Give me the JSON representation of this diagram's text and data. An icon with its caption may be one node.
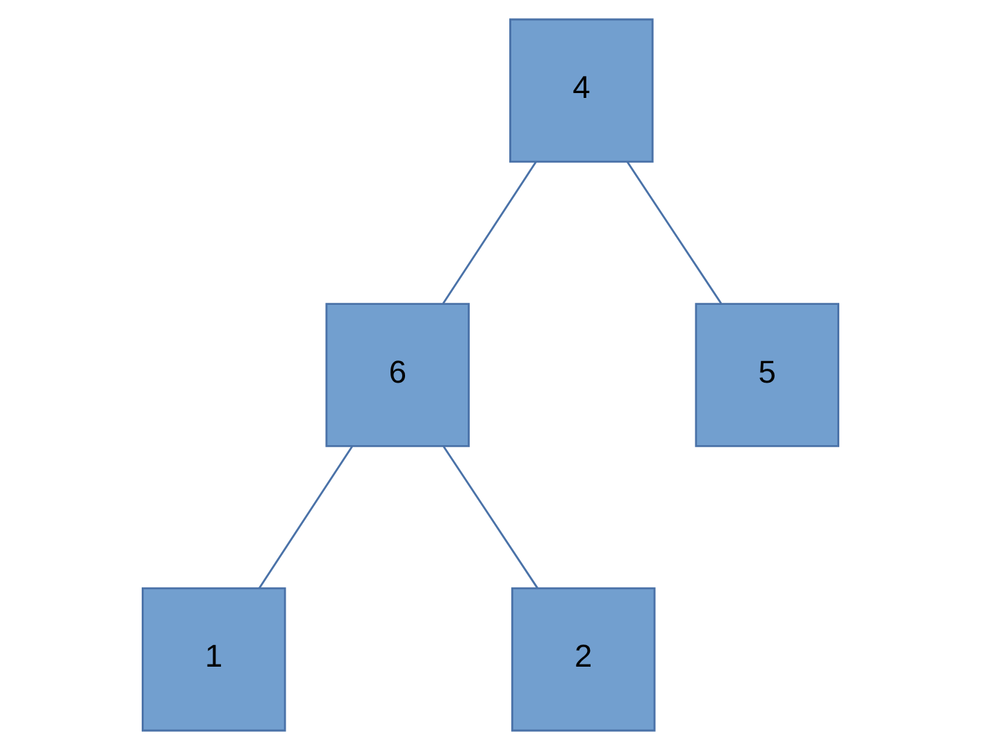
{
  "diagram": {
    "nodes": [
      {
        "text": [
          "4"
        ]
      },
      {
        "text": [
          "6"
        ]
      },
      {
        "text": [
          "5"
        ]
      },
      {
        "text": [
          "1"
        ]
      },
      {
        "text": [
          "2"
        ]
      }
    ],
    "edges": [
      {
        "from": 0,
        "to": 1,
        "arrow": "none"
      },
      {
        "from": 0,
        "to": 2,
        "arrow": "none"
      },
      {
        "from": 1,
        "to": 3,
        "arrow": "none"
      },
      {
        "from": 1,
        "to": 4,
        "arrow": "none"
      }
    ]
  }
}
